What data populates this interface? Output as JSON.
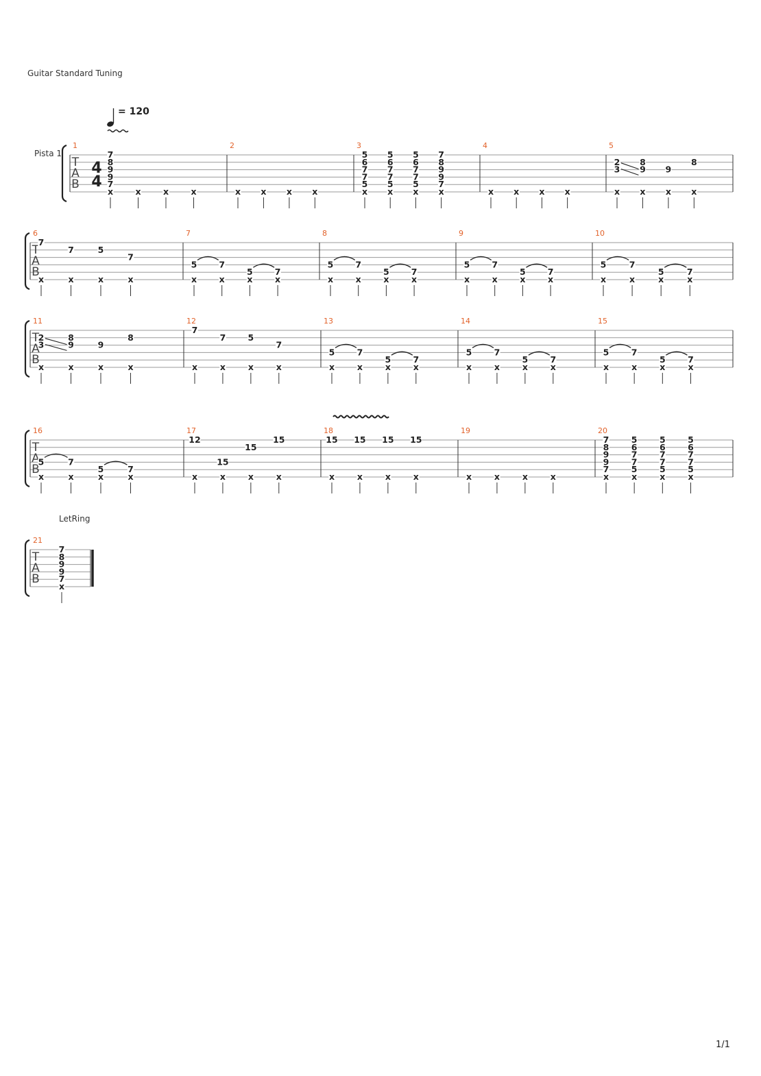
{
  "header": {
    "tuning": "Guitar Standard Tuning"
  },
  "tempo": {
    "value": "= 120"
  },
  "track": {
    "name": "Pista 1"
  },
  "tab_clef": "TAB",
  "time_signature": {
    "top": "4",
    "bottom": "4"
  },
  "annotations": {
    "let_ring": "LetRing"
  },
  "footer": {
    "page": "1/1"
  },
  "colors": {
    "measure_number": "#e2622a",
    "ink": "#222222",
    "staff_line": "#9a9a9a"
  },
  "measures": [
    {
      "n": "1",
      "beats": [
        {
          "notes": [
            [
              "7",
              1
            ],
            [
              "8",
              2
            ],
            [
              "9",
              3
            ],
            [
              "9",
              4
            ],
            [
              "7",
              5
            ],
            [
              "x",
              6
            ]
          ]
        },
        {
          "notes": [
            [
              "x",
              6
            ]
          ]
        },
        {
          "notes": [
            [
              "x",
              6
            ]
          ]
        },
        {
          "notes": [
            [
              "x",
              6
            ]
          ]
        }
      ]
    },
    {
      "n": "2",
      "beats": [
        {
          "notes": [
            [
              "x",
              6
            ]
          ]
        },
        {
          "notes": [
            [
              "x",
              6
            ]
          ]
        },
        {
          "notes": [
            [
              "x",
              6
            ]
          ]
        },
        {
          "notes": [
            [
              "x",
              6
            ]
          ]
        }
      ]
    },
    {
      "n": "3",
      "beats": [
        {
          "notes": [
            [
              "5",
              1
            ],
            [
              "6",
              2
            ],
            [
              "7",
              3
            ],
            [
              "7",
              4
            ],
            [
              "5",
              5
            ],
            [
              "x",
              6
            ]
          ]
        },
        {
          "notes": [
            [
              "5",
              1
            ],
            [
              "6",
              2
            ],
            [
              "7",
              3
            ],
            [
              "7",
              4
            ],
            [
              "5",
              5
            ],
            [
              "x",
              6
            ]
          ]
        },
        {
          "notes": [
            [
              "5",
              1
            ],
            [
              "6",
              2
            ],
            [
              "7",
              3
            ],
            [
              "7",
              4
            ],
            [
              "5",
              5
            ],
            [
              "x",
              6
            ]
          ]
        },
        {
          "notes": [
            [
              "7",
              1
            ],
            [
              "8",
              2
            ],
            [
              "9",
              3
            ],
            [
              "9",
              4
            ],
            [
              "7",
              5
            ],
            [
              "x",
              6
            ]
          ]
        }
      ]
    },
    {
      "n": "4",
      "beats": [
        {
          "notes": [
            [
              "x",
              6
            ]
          ]
        },
        {
          "notes": [
            [
              "x",
              6
            ]
          ]
        },
        {
          "notes": [
            [
              "x",
              6
            ]
          ]
        },
        {
          "notes": [
            [
              "x",
              6
            ]
          ]
        }
      ]
    },
    {
      "n": "5",
      "beats": [
        {
          "notes": [
            [
              "2",
              2
            ],
            [
              "3",
              3
            ],
            [
              "x",
              6
            ]
          ]
        },
        {
          "notes": [
            [
              "8",
              2
            ],
            [
              "9",
              3
            ],
            [
              "x",
              6
            ]
          ]
        },
        {
          "notes": [
            [
              "9",
              3
            ],
            [
              "x",
              6
            ]
          ]
        },
        {
          "notes": [
            [
              "8",
              2
            ],
            [
              "x",
              6
            ]
          ]
        }
      ]
    },
    {
      "n": "6",
      "beats": [
        {
          "notes": [
            [
              "7",
              1
            ],
            [
              "x",
              6
            ]
          ]
        },
        {
          "notes": [
            [
              "7",
              2
            ],
            [
              "x",
              6
            ]
          ]
        },
        {
          "notes": [
            [
              "5",
              2
            ],
            [
              "x",
              6
            ]
          ]
        },
        {
          "notes": [
            [
              "7",
              3
            ],
            [
              "x",
              6
            ]
          ]
        }
      ]
    },
    {
      "n": "7",
      "beats": [
        {
          "notes": [
            [
              "5",
              4
            ],
            [
              "x",
              6
            ]
          ]
        },
        {
          "notes": [
            [
              "7",
              4
            ],
            [
              "x",
              6
            ]
          ]
        },
        {
          "notes": [
            [
              "5",
              5
            ],
            [
              "x",
              6
            ]
          ]
        },
        {
          "notes": [
            [
              "7",
              5
            ],
            [
              "x",
              6
            ]
          ]
        }
      ]
    },
    {
      "n": "8",
      "beats": [
        {
          "notes": [
            [
              "5",
              4
            ],
            [
              "x",
              6
            ]
          ]
        },
        {
          "notes": [
            [
              "7",
              4
            ],
            [
              "x",
              6
            ]
          ]
        },
        {
          "notes": [
            [
              "5",
              5
            ],
            [
              "x",
              6
            ]
          ]
        },
        {
          "notes": [
            [
              "7",
              5
            ],
            [
              "x",
              6
            ]
          ]
        }
      ]
    },
    {
      "n": "9",
      "beats": [
        {
          "notes": [
            [
              "5",
              4
            ],
            [
              "x",
              6
            ]
          ]
        },
        {
          "notes": [
            [
              "7",
              4
            ],
            [
              "x",
              6
            ]
          ]
        },
        {
          "notes": [
            [
              "5",
              5
            ],
            [
              "x",
              6
            ]
          ]
        },
        {
          "notes": [
            [
              "7",
              5
            ],
            [
              "x",
              6
            ]
          ]
        }
      ]
    },
    {
      "n": "10",
      "beats": [
        {
          "notes": [
            [
              "5",
              4
            ],
            [
              "x",
              6
            ]
          ]
        },
        {
          "notes": [
            [
              "7",
              4
            ],
            [
              "x",
              6
            ]
          ]
        },
        {
          "notes": [
            [
              "5",
              5
            ],
            [
              "x",
              6
            ]
          ]
        },
        {
          "notes": [
            [
              "7",
              5
            ],
            [
              "x",
              6
            ]
          ]
        }
      ]
    },
    {
      "n": "11",
      "beats": [
        {
          "notes": [
            [
              "2",
              2
            ],
            [
              "3",
              3
            ],
            [
              "x",
              6
            ]
          ]
        },
        {
          "notes": [
            [
              "8",
              2
            ],
            [
              "9",
              3
            ],
            [
              "x",
              6
            ]
          ]
        },
        {
          "notes": [
            [
              "9",
              3
            ],
            [
              "x",
              6
            ]
          ]
        },
        {
          "notes": [
            [
              "8",
              2
            ],
            [
              "x",
              6
            ]
          ]
        }
      ]
    },
    {
      "n": "12",
      "beats": [
        {
          "notes": [
            [
              "7",
              1
            ],
            [
              "x",
              6
            ]
          ]
        },
        {
          "notes": [
            [
              "7",
              2
            ],
            [
              "x",
              6
            ]
          ]
        },
        {
          "notes": [
            [
              "5",
              2
            ],
            [
              "x",
              6
            ]
          ]
        },
        {
          "notes": [
            [
              "7",
              3
            ],
            [
              "x",
              6
            ]
          ]
        }
      ]
    },
    {
      "n": "13",
      "beats": [
        {
          "notes": [
            [
              "5",
              4
            ],
            [
              "x",
              6
            ]
          ]
        },
        {
          "notes": [
            [
              "7",
              4
            ],
            [
              "x",
              6
            ]
          ]
        },
        {
          "notes": [
            [
              "5",
              5
            ],
            [
              "x",
              6
            ]
          ]
        },
        {
          "notes": [
            [
              "7",
              5
            ],
            [
              "x",
              6
            ]
          ]
        }
      ]
    },
    {
      "n": "14",
      "beats": [
        {
          "notes": [
            [
              "5",
              4
            ],
            [
              "x",
              6
            ]
          ]
        },
        {
          "notes": [
            [
              "7",
              4
            ],
            [
              "x",
              6
            ]
          ]
        },
        {
          "notes": [
            [
              "5",
              5
            ],
            [
              "x",
              6
            ]
          ]
        },
        {
          "notes": [
            [
              "7",
              5
            ],
            [
              "x",
              6
            ]
          ]
        }
      ]
    },
    {
      "n": "15",
      "beats": [
        {
          "notes": [
            [
              "5",
              4
            ],
            [
              "x",
              6
            ]
          ]
        },
        {
          "notes": [
            [
              "7",
              4
            ],
            [
              "x",
              6
            ]
          ]
        },
        {
          "notes": [
            [
              "5",
              5
            ],
            [
              "x",
              6
            ]
          ]
        },
        {
          "notes": [
            [
              "7",
              5
            ],
            [
              "x",
              6
            ]
          ]
        }
      ]
    },
    {
      "n": "16",
      "beats": [
        {
          "notes": [
            [
              "5",
              4
            ],
            [
              "x",
              6
            ]
          ]
        },
        {
          "notes": [
            [
              "7",
              4
            ],
            [
              "x",
              6
            ]
          ]
        },
        {
          "notes": [
            [
              "5",
              5
            ],
            [
              "x",
              6
            ]
          ]
        },
        {
          "notes": [
            [
              "7",
              5
            ],
            [
              "x",
              6
            ]
          ]
        }
      ]
    },
    {
      "n": "17",
      "beats": [
        {
          "notes": [
            [
              "12",
              1
            ],
            [
              "x",
              6
            ]
          ]
        },
        {
          "notes": [
            [
              "15",
              4
            ],
            [
              "x",
              6
            ]
          ]
        },
        {
          "notes": [
            [
              "15",
              2
            ],
            [
              "x",
              6
            ]
          ]
        },
        {
          "notes": [
            [
              "15",
              1
            ],
            [
              "x",
              6
            ]
          ]
        }
      ]
    },
    {
      "n": "18",
      "beats": [
        {
          "notes": [
            [
              "15",
              1
            ],
            [
              "x",
              6
            ]
          ]
        },
        {
          "notes": [
            [
              "15",
              1
            ],
            [
              "x",
              6
            ]
          ]
        },
        {
          "notes": [
            [
              "15",
              1
            ],
            [
              "x",
              6
            ]
          ]
        },
        {
          "notes": [
            [
              "15",
              1
            ],
            [
              "x",
              6
            ]
          ]
        }
      ]
    },
    {
      "n": "19",
      "beats": [
        {
          "notes": [
            [
              "x",
              6
            ]
          ]
        },
        {
          "notes": [
            [
              "x",
              6
            ]
          ]
        },
        {
          "notes": [
            [
              "x",
              6
            ]
          ]
        },
        {
          "notes": [
            [
              "x",
              6
            ]
          ]
        }
      ]
    },
    {
      "n": "20",
      "beats": [
        {
          "notes": [
            [
              "7",
              1
            ],
            [
              "8",
              2
            ],
            [
              "9",
              3
            ],
            [
              "9",
              4
            ],
            [
              "7",
              5
            ],
            [
              "x",
              6
            ]
          ]
        },
        {
          "notes": [
            [
              "5",
              1
            ],
            [
              "6",
              2
            ],
            [
              "7",
              3
            ],
            [
              "7",
              4
            ],
            [
              "5",
              5
            ],
            [
              "x",
              6
            ]
          ]
        },
        {
          "notes": [
            [
              "5",
              1
            ],
            [
              "6",
              2
            ],
            [
              "7",
              3
            ],
            [
              "7",
              4
            ],
            [
              "5",
              5
            ],
            [
              "x",
              6
            ]
          ]
        },
        {
          "notes": [
            [
              "5",
              1
            ],
            [
              "6",
              2
            ],
            [
              "7",
              3
            ],
            [
              "7",
              4
            ],
            [
              "5",
              5
            ],
            [
              "x",
              6
            ]
          ]
        }
      ]
    },
    {
      "n": "21",
      "beats": [
        {
          "notes": [
            [
              "7",
              1
            ],
            [
              "8",
              2
            ],
            [
              "9",
              3
            ],
            [
              "9",
              4
            ],
            [
              "7",
              5
            ],
            [
              "x",
              6
            ]
          ]
        }
      ]
    }
  ]
}
